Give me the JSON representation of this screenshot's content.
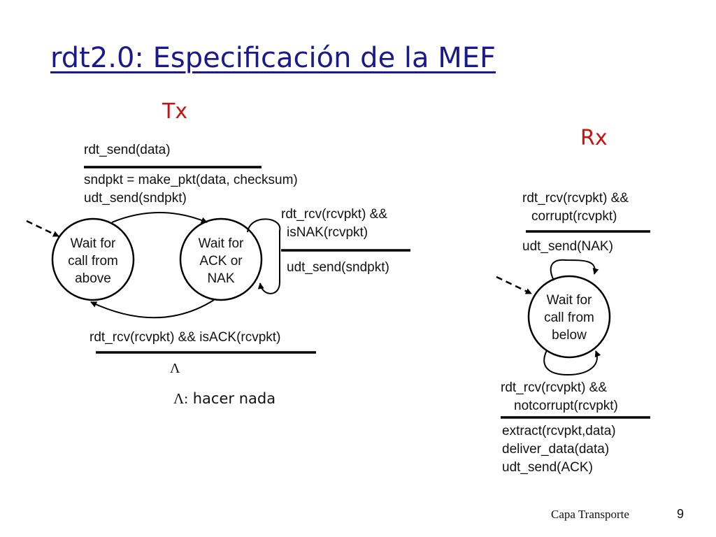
{
  "slide": {
    "title": "rdt2.0: Especificación de la MEF",
    "sender_label": "Tx",
    "receiver_label": "Rx",
    "footer_text": "Capa Transporte",
    "page_number": "9"
  },
  "sender": {
    "states": [
      {
        "lines": [
          "Wait for",
          "call from",
          "above"
        ]
      },
      {
        "lines": [
          "Wait for",
          "ACK or",
          "NAK"
        ]
      }
    ],
    "transitions": [
      {
        "event": [
          "rdt_send(data)"
        ],
        "actions": [
          "sndpkt = make_pkt(data, checksum)",
          "udt_send(sndpkt)"
        ]
      },
      {
        "event": [
          "rdt_rcv(rcvpkt) &&",
          "isNAK(rcvpkt)"
        ],
        "actions": [
          "udt_send(sndpkt)"
        ]
      },
      {
        "event": [
          "rdt_rcv(rcvpkt) && isACK(rcvpkt)"
        ],
        "actions": [
          "Λ"
        ]
      }
    ],
    "legend": {
      "symbol": "Λ:",
      "text": "hacer nada"
    }
  },
  "receiver": {
    "states": [
      {
        "lines": [
          "Wait for",
          "call from",
          "below"
        ]
      }
    ],
    "transitions": [
      {
        "event": [
          "rdt_rcv(rcvpkt) &&",
          "corrupt(rcvpkt)"
        ],
        "actions": [
          "udt_send(NAK)"
        ]
      },
      {
        "event": [
          "rdt_rcv(rcvpkt) &&",
          "notcorrupt(rcvpkt)"
        ],
        "actions": [
          "extract(rcvpkt,data)",
          "deliver_data(data)",
          "udt_send(ACK)"
        ]
      }
    ]
  }
}
